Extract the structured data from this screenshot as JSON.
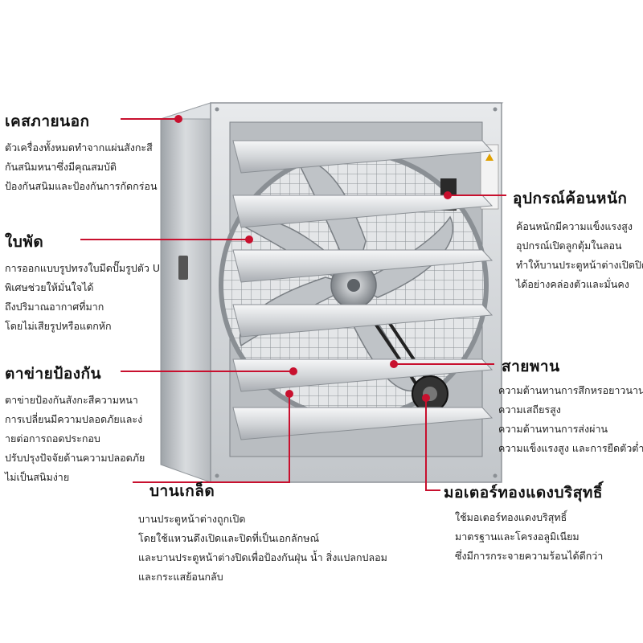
{
  "callouts": {
    "case": {
      "title": "เคสภายนอก",
      "lines": [
        "ตัวเครื่องทั้งหมดทำจากแผ่นสังกะสี",
        "กันสนิมหนาซึ่งมีคุณสมบัติ",
        "ป้องกันสนิมและป้องกันการกัดกร่อน"
      ]
    },
    "blade": {
      "title": "ใบพัด",
      "lines": [
        "การออกแบบรูปทรงใบมีดปั๊มรูปตัว U",
        "พิเศษช่วยให้มั่นใจได้",
        "ถึงปริมาณอากาศที่มาก",
        "โดยไม่เสียรูปหรือแตกหัก"
      ]
    },
    "mesh": {
      "title": "ตาข่ายป้องกัน",
      "lines": [
        "ตาข่ายป้องกันสังกะสีความหนา",
        "การเปลี่ยนมีความปลอดภัยและง่",
        "ายต่อการถอดประกอบ",
        "ปรับปรุงปัจจัยด้านความปลอดภัย",
        "ไม่เป็นสนิมง่าย"
      ]
    },
    "louver": {
      "title": "บานเกล็ด",
      "lines": [
        "บานประตูหน้าต่างถูกเปิด",
        "โดยใช้แหวนดึงเปิดและปิดที่เป็นเอกลักษณ์",
        "และบานประตูหน้าต่างปิดเพื่อป้องกันฝุ่น น้ำ สิ่งแปลกปลอม",
        "และกระแสย้อนกลับ"
      ]
    },
    "weight": {
      "title": "อุปกรณ์ค้อนหนัก",
      "lines": [
        "ค้อนหนักมีความแข็งแรงสูง",
        "อุปกรณ์เปิดลูกตุ้มในลอน",
        "ทำให้บานประตูหน้าต่างเปิดปิด",
        "ได้อย่างคล่องตัวและมั่นคง"
      ]
    },
    "belt": {
      "title": "สายพาน",
      "lines": [
        "ความต้านทานการสึกหรอยาวนาน",
        "ความเสถียรสูง",
        "ความต้านทานการส่งผ่าน",
        "ความแข็งแรงสูง และการยืดตัวต่ำ"
      ]
    },
    "motor": {
      "title": "มอเตอร์ทองแดงบริสุทธิ์",
      "lines": [
        "ใช้มอเตอร์ทองแดงบริสุทธิ์",
        "มาตรฐานและโครงอลูมิเนียม",
        "ซึ่งมีการกระจายความร้อนได้ดีกว่า"
      ]
    }
  },
  "colors": {
    "accent": "#c8102e",
    "metal": "#c9ccd0",
    "text": "#1a1a1a"
  }
}
